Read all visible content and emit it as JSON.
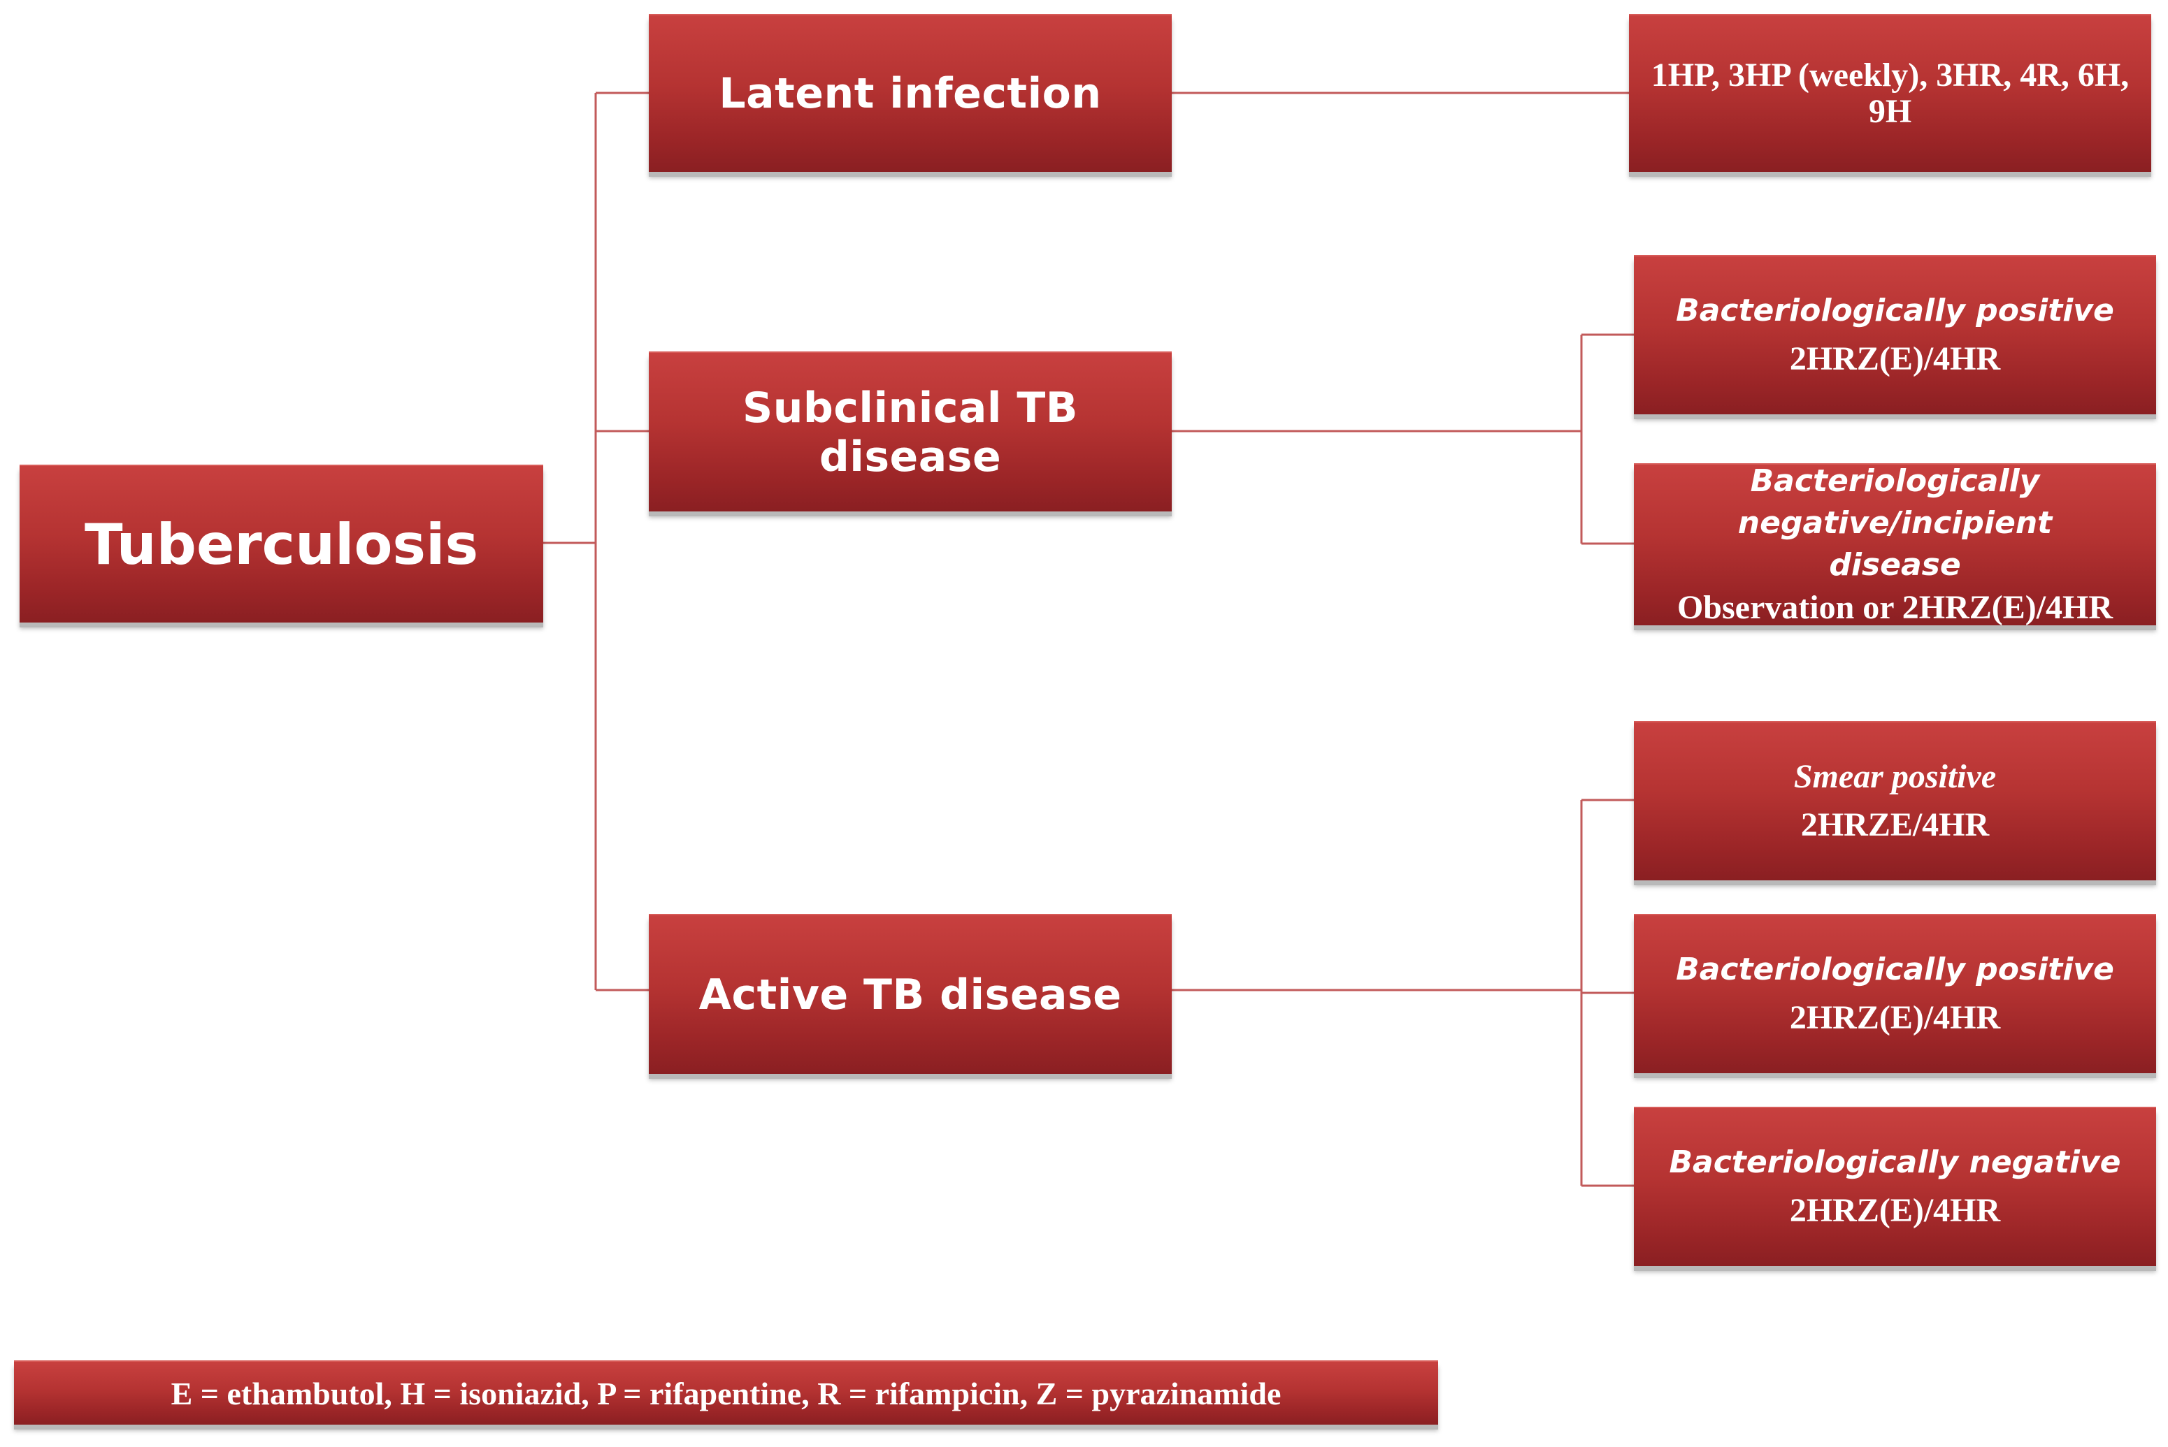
{
  "root": {
    "label": "Tuberculosis"
  },
  "categories": [
    {
      "label": "Latent infection",
      "regimens": [
        {
          "text": "1HP, 3HP (weekly), 3HR, 4R, 6H, 9H"
        }
      ]
    },
    {
      "label": "Subclinical TB disease",
      "regimens": [
        {
          "heading": "Bacteriologically positive",
          "regimen": "2HRZ(E)/4HR"
        },
        {
          "heading": "Bacteriologically negative/incipient disease",
          "regimen": "Observation or 2HRZ(E)/4HR"
        }
      ]
    },
    {
      "label": "Active TB disease",
      "regimens": [
        {
          "heading": "Smear positive",
          "regimen": "2HRZE/4HR"
        },
        {
          "heading": "Bacteriologically positive",
          "regimen": "2HRZ(E)/4HR"
        },
        {
          "heading": "Bacteriologically negative",
          "regimen": "2HRZ(E)/4HR"
        }
      ]
    }
  ],
  "legend": {
    "text": "E = ethambutol, H = isoniazid, P = rifapentine, R = rifampicin, Z = pyrazinamide"
  },
  "colors": {
    "box_fill": "#b53332",
    "connector": "#c25a5a",
    "text": "#ffffff"
  }
}
